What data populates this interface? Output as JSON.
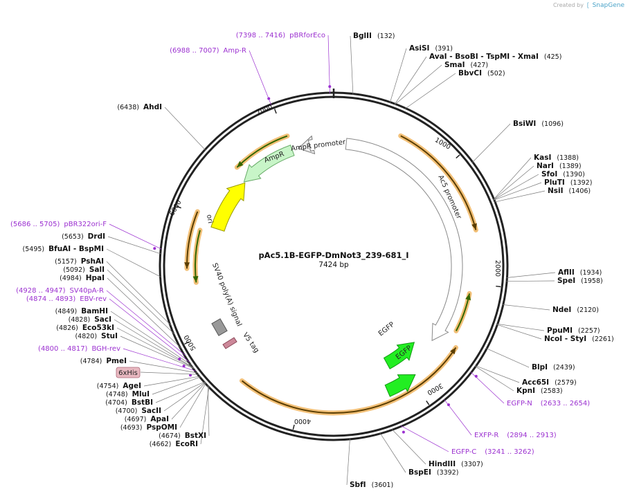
{
  "brand": {
    "created_by": "Created by",
    "app": "SnapGene"
  },
  "plasmid": {
    "name": "pAc5.1B-EGFP-DmNot3_239-681_I",
    "length_label": "7424 bp",
    "length": 7424
  },
  "colors": {
    "primer": "#9b30d0",
    "leader": "#777777",
    "orange": "#f2c078",
    "yellow": "#ffff00",
    "green": "#22ee22",
    "light_green": "#c8f5c8",
    "gray_feature": "#999999",
    "pink_feature": "#cc8899",
    "his_tag_bg": "#e8b8c0"
  },
  "ticks": [
    "1000",
    "2000",
    "3000",
    "4000",
    "5000",
    "6000",
    "7000"
  ],
  "sites": [
    {
      "name": "BglII",
      "pos": "(132)"
    },
    {
      "name": "AsiSI",
      "pos": "(391)"
    },
    {
      "name": "AvaI - BsoBI - TspMI - XmaI",
      "pos": "(425)"
    },
    {
      "name": "SmaI",
      "pos": "(427)"
    },
    {
      "name": "BbvCI",
      "pos": "(502)"
    },
    {
      "name": "BsiWI",
      "pos": "(1096)"
    },
    {
      "name": "KasI",
      "pos": "(1388)"
    },
    {
      "name": "NarI",
      "pos": "(1389)"
    },
    {
      "name": "SfoI",
      "pos": "(1390)"
    },
    {
      "name": "PluTI",
      "pos": "(1392)"
    },
    {
      "name": "NsiI",
      "pos": "(1406)"
    },
    {
      "name": "AflII",
      "pos": "(1934)"
    },
    {
      "name": "SpeI",
      "pos": "(1958)"
    },
    {
      "name": "NdeI",
      "pos": "(2120)"
    },
    {
      "name": "PpuMI",
      "pos": "(2257)"
    },
    {
      "name": "NcoI - StyI",
      "pos": "(2261)"
    },
    {
      "name": "BlpI",
      "pos": "(2439)"
    },
    {
      "name": "Acc65I",
      "pos": "(2579)"
    },
    {
      "name": "KpnI",
      "pos": "(2583)"
    },
    {
      "name": "HindIII",
      "pos": "(3307)"
    },
    {
      "name": "BspEI",
      "pos": "(3392)"
    },
    {
      "name": "SbfI",
      "pos": "(3601)"
    },
    {
      "name": "EcoRI",
      "pos": "(4662)"
    },
    {
      "name": "BstXI",
      "pos": "(4674)"
    },
    {
      "name": "PspOMI",
      "pos": "(4693)"
    },
    {
      "name": "ApaI",
      "pos": "(4697)"
    },
    {
      "name": "SacII",
      "pos": "(4700)"
    },
    {
      "name": "BstBI",
      "pos": "(4704)"
    },
    {
      "name": "MluI",
      "pos": "(4748)"
    },
    {
      "name": "AgeI",
      "pos": "(4754)"
    },
    {
      "name": "PmeI",
      "pos": "(4784)"
    },
    {
      "name": "StuI",
      "pos": "(4820)"
    },
    {
      "name": "Eco53kI",
      "pos": "(4826)"
    },
    {
      "name": "SacI",
      "pos": "(4828)"
    },
    {
      "name": "BamHI",
      "pos": "(4849)"
    },
    {
      "name": "HpaI",
      "pos": "(4984)"
    },
    {
      "name": "SalI",
      "pos": "(5092)"
    },
    {
      "name": "PshAI",
      "pos": "(5157)"
    },
    {
      "name": "BfuAI - BspMI",
      "pos": "(5495)"
    },
    {
      "name": "DrdI",
      "pos": "(5653)"
    },
    {
      "name": "AhdI",
      "pos": "(6438)"
    }
  ],
  "primers": [
    {
      "name": "pBRforEco",
      "pos": "(7398 .. 7416)"
    },
    {
      "name": "Amp-R",
      "pos": "(6988 .. 7007)"
    },
    {
      "name": "pBR322ori-F",
      "pos": "(5686 .. 5705)"
    },
    {
      "name": "SV40pA-R",
      "pos": "(4928 .. 4947)"
    },
    {
      "name": "EBV-rev",
      "pos": "(4874 .. 4893)"
    },
    {
      "name": "BGH-rev",
      "pos": "(4800 .. 4817)"
    },
    {
      "name": "EGFP-N",
      "pos": "(2633 .. 2654)"
    },
    {
      "name": "EXFP-R",
      "pos": "(2894 .. 2913)"
    },
    {
      "name": "EGFP-C",
      "pos": "(3241 .. 3262)"
    }
  ],
  "features": [
    {
      "name": "AmpR promoter"
    },
    {
      "name": "AmpR"
    },
    {
      "name": "Ac5 promoter"
    },
    {
      "name": "ori"
    },
    {
      "name": "SV40 poly(A) signal"
    },
    {
      "name": "V5 tag"
    },
    {
      "name": "EGFP"
    },
    {
      "name": "EGFP"
    },
    {
      "name": "6xHis"
    }
  ]
}
